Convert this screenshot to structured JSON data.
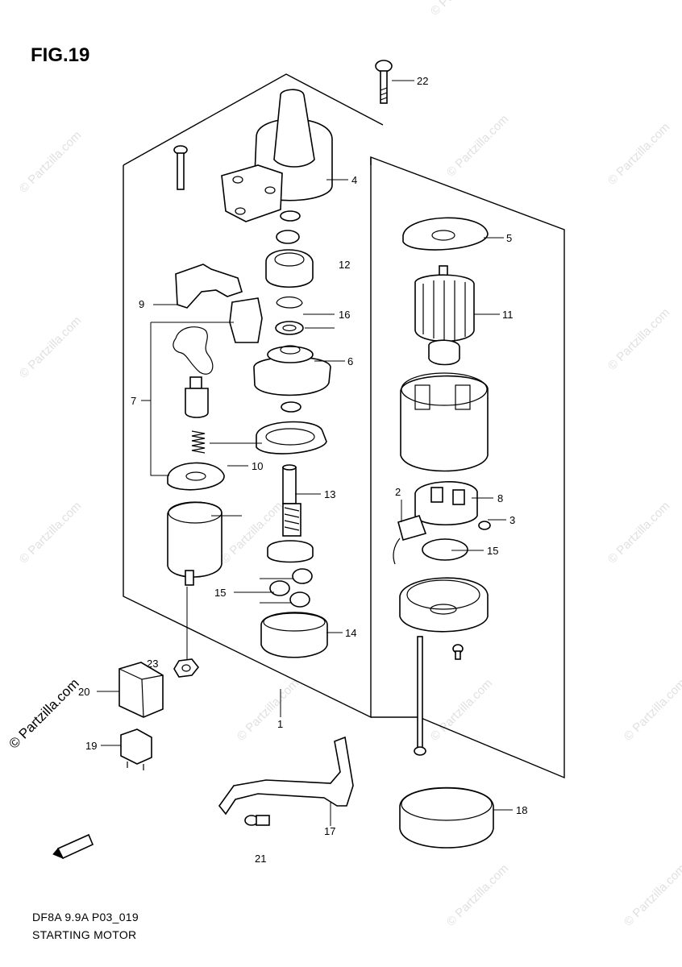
{
  "figure": {
    "title": "FIG.19",
    "code": "DF8A 9.9A P03_019",
    "name": "STARTING MOTOR",
    "watermark": "© Partzilla.com"
  },
  "callouts": {
    "c1": "1",
    "c2": "2",
    "c3": "3",
    "c4": "4",
    "c5": "5",
    "c6": "6",
    "c7": "7",
    "c8": "8",
    "c9": "9",
    "c10": "10",
    "c11": "11",
    "c12": "12",
    "c13": "13",
    "c14": "14",
    "c15a": "15",
    "c15b": "15",
    "c16": "16",
    "c17": "17",
    "c18": "18",
    "c19": "19",
    "c20": "20",
    "c21": "21",
    "c22": "22",
    "c23": "23"
  },
  "fwd_label": "FWD"
}
